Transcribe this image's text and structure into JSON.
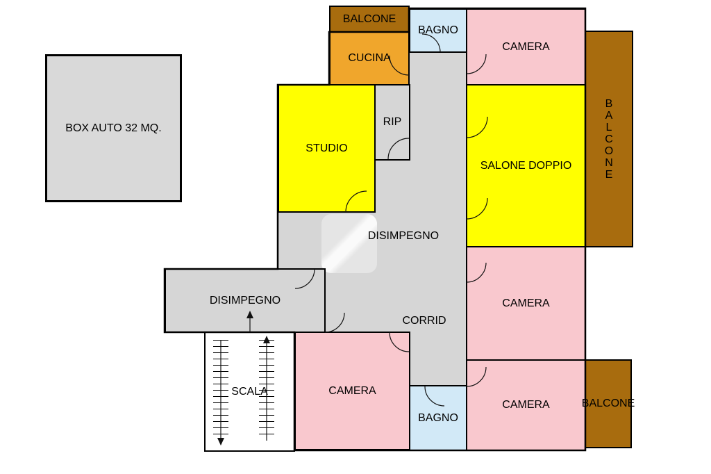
{
  "palette": {
    "balcony": "#a86c0e",
    "kitchen": "#f0a62c",
    "bathroom": "#d2e9f7",
    "bedroom": "#f9c8ce",
    "living": "#ffff00",
    "hall": "#d6d6d6",
    "garage": "#d9d9d9",
    "stairs": "#ffffff",
    "wall": "#000000"
  },
  "rooms": {
    "balcone_top": {
      "label": "BALCONE"
    },
    "cucina": {
      "label": "CUCINA"
    },
    "bagno_top": {
      "label": "BAGNO"
    },
    "camera_top": {
      "label": "CAMERA"
    },
    "balcone_right": {
      "label": "BALCONE"
    },
    "salone": {
      "label": "SALONE DOPPIO"
    },
    "studio": {
      "label": "STUDIO"
    },
    "rip": {
      "label": "RIP"
    },
    "disimpegno_center": {
      "label": "DISIMPEGNO"
    },
    "disimpegno_left": {
      "label": "DISIMPEGNO"
    },
    "corridoio": {
      "label": "CORRID"
    },
    "camera_mid": {
      "label": "CAMERA"
    },
    "camera_bottom": {
      "label": "CAMERA"
    },
    "camera_br": {
      "label": "CAMERA"
    },
    "bagno_bottom": {
      "label": "BAGNO"
    },
    "balcone_br": {
      "label": "BALCONE"
    },
    "scala": {
      "label": "SCALA"
    },
    "box_auto": {
      "label": "BOX AUTO 32 MQ."
    }
  }
}
